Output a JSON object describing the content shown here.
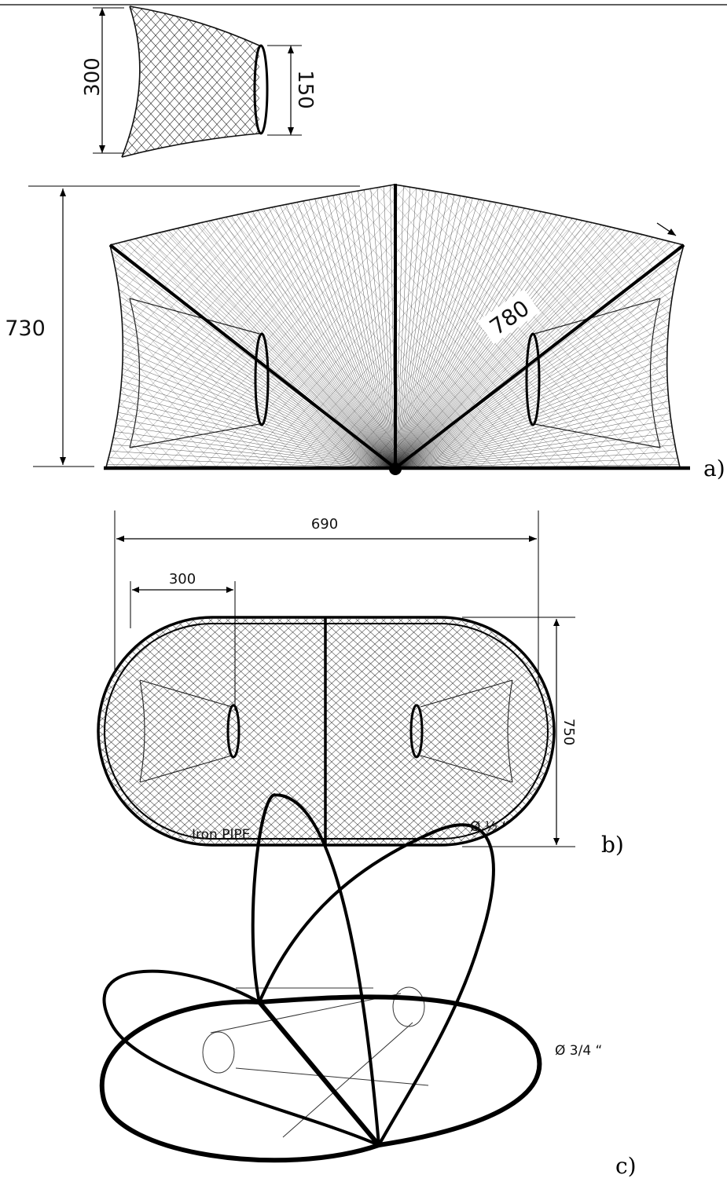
{
  "panel_a": {
    "funnel_outer_dim": "300",
    "funnel_inner_dim": "150",
    "height_dim": "730",
    "diagonal_dim": "780",
    "label": "a)"
  },
  "panel_b": {
    "width_dim": "690",
    "funnel_dim": "300",
    "height_dim": "750",
    "label": "b)"
  },
  "panel_c": {
    "pipe_label": "Iron PIPE",
    "small_diameter": "Ø ½ “",
    "large_diameter": "Ø  3/4 “",
    "label": "c)"
  }
}
